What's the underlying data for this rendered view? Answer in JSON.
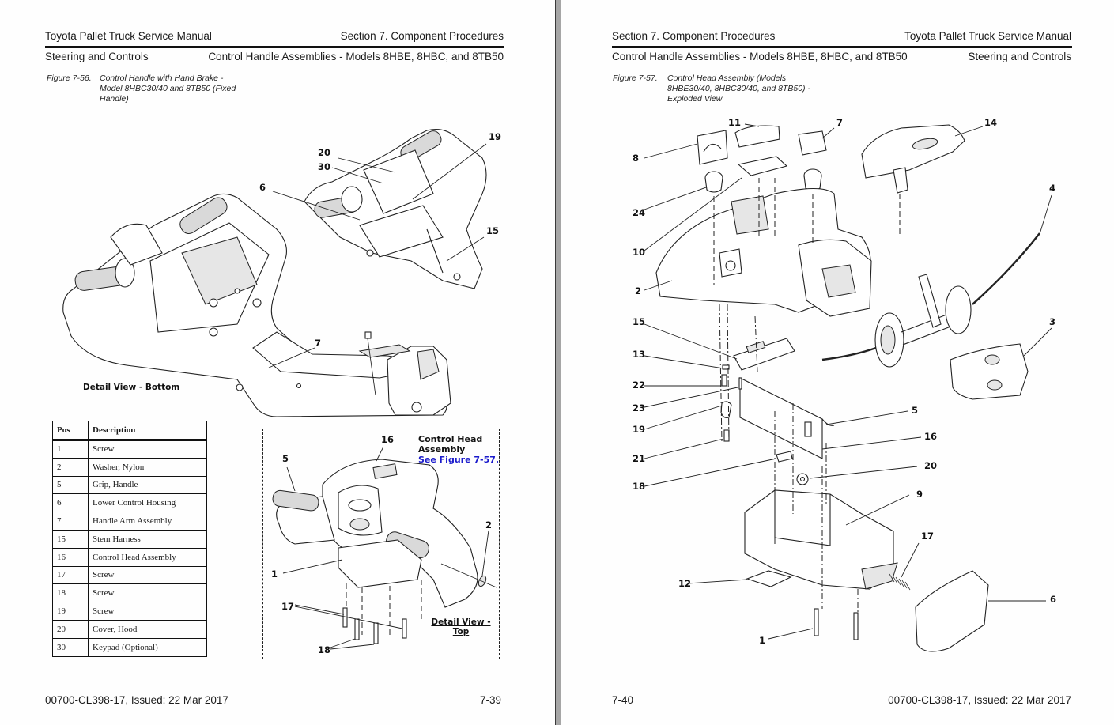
{
  "left_page": {
    "header": {
      "manual_title": "Toyota Pallet Truck Service Manual",
      "section": "Section 7.  Component Procedures",
      "chapter": "Steering and Controls",
      "topic": "Control Handle Assemblies - Models 8HBE, 8HBC, and 8TB50"
    },
    "figure": {
      "number": "Figure 7-56.",
      "caption_lines": [
        "Control Handle with Hand Brake -",
        "Model 8HBC30/40 and 8TB50 (Fixed",
        "Handle)"
      ]
    },
    "callouts_bottom_view": [
      "19",
      "20",
      "30",
      "6",
      "15",
      "7"
    ],
    "detail_bottom_label": "Detail View - Bottom",
    "parts_table": {
      "headers": [
        "Pos",
        "Description"
      ],
      "rows": [
        [
          "1",
          "Screw"
        ],
        [
          "2",
          "Washer, Nylon"
        ],
        [
          "5",
          "Grip, Handle"
        ],
        [
          "6",
          "Lower Control Housing"
        ],
        [
          "7",
          "Handle Arm Assembly"
        ],
        [
          "15",
          "Stem Harness"
        ],
        [
          "16",
          "Control Head Assembly"
        ],
        [
          "17",
          "Screw"
        ],
        [
          "18",
          "Screw"
        ],
        [
          "19",
          "Screw"
        ],
        [
          "20",
          "Cover, Hood"
        ],
        [
          "30",
          "Keypad (Optional)"
        ]
      ]
    },
    "detail_top": {
      "callouts": [
        "16",
        "5",
        "2",
        "1",
        "17",
        "18"
      ],
      "control_head_label_line1": "Control Head",
      "control_head_label_line2": "Assembly",
      "see_figure_link": "See Figure 7-57.",
      "label_line1": "Detail View -",
      "label_line2": "Top"
    },
    "footer": {
      "doc_id": "00700-CL398-17, Issued: 22 Mar 2017",
      "page_number": "7-39"
    }
  },
  "right_page": {
    "header": {
      "section": "Section 7.  Component Procedures",
      "manual_title": "Toyota Pallet Truck Service Manual",
      "topic": "Control Handle Assemblies - Models 8HBE, 8HBC, and 8TB50",
      "chapter": "Steering and Controls"
    },
    "figure": {
      "number": "Figure 7-57.",
      "caption_lines": [
        "Control Head Assembly (Models",
        "8HBE30/40, 8HBC30/40, and 8TB50) -",
        "Exploded View"
      ]
    },
    "callouts": {
      "c11": "11",
      "c7": "7",
      "c14": "14",
      "c8": "8",
      "c24": "24",
      "c4": "4",
      "c10": "10",
      "c2": "2",
      "c15": "15",
      "c3": "3",
      "c13": "13",
      "c22": "22",
      "c23": "23",
      "c5": "5",
      "c19": "19",
      "c16": "16",
      "c21": "21",
      "c20": "20",
      "c18": "18",
      "c9": "9",
      "c17": "17",
      "c12": "12",
      "c6": "6",
      "c1": "1"
    },
    "footer": {
      "page_number": "7-40",
      "doc_id": "00700-CL398-17, Issued: 22 Mar 2017"
    }
  },
  "colors": {
    "text": "#1a1a1a",
    "link": "#1a1acc",
    "gutter": "#a6a6a6"
  }
}
